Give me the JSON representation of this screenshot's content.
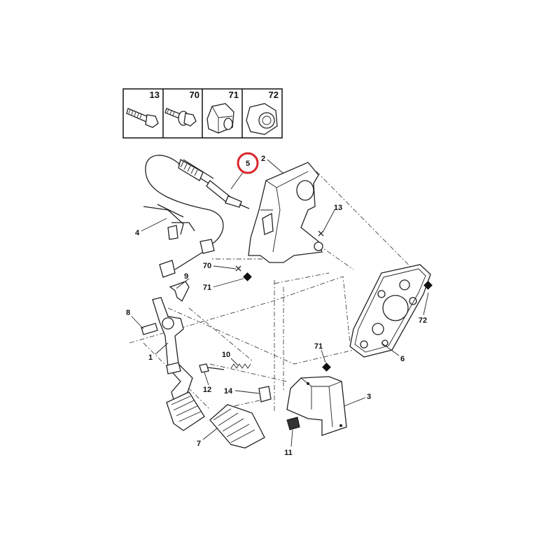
{
  "hardware_legend": [
    {
      "ref": "13",
      "icon": "bolt-icon"
    },
    {
      "ref": "70",
      "icon": "bolt-with-washer-icon"
    },
    {
      "ref": "71",
      "icon": "lock-nut-icon"
    },
    {
      "ref": "72",
      "icon": "flange-nut-icon"
    }
  ],
  "callouts": {
    "p1": "1",
    "p2": "2",
    "p3": "3",
    "p4": "4",
    "p5": "5",
    "p6": "6",
    "p7": "7",
    "p8": "8",
    "p9": "9",
    "p10": "10",
    "p11": "11",
    "p12": "12",
    "p13": "13",
    "p14": "14",
    "p70": "70",
    "p71a": "71",
    "p71b": "71",
    "p72": "72"
  },
  "highlight": {
    "ref": "5",
    "color": "#d9262c"
  }
}
